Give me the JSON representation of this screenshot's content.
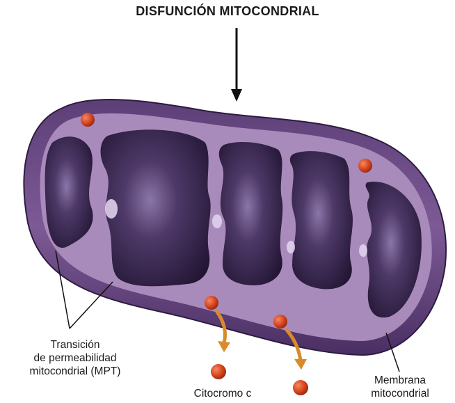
{
  "title": "DISFUNCIÓN MITOCONDRIAL",
  "labels": {
    "mpt_line1": "Transición",
    "mpt_line2": "de permeabilidad",
    "mpt_line3": "mitocondrial (MPT)",
    "cytochrome": "Citocromo c",
    "membrane_line1": "Membrana",
    "membrane_line2": "mitocondrial"
  },
  "colors": {
    "outer_membrane": "#7d5a96",
    "intermembrane": "#a98bbb",
    "matrix_dark": "#2a1a3e",
    "cytochrome_ball": "#d9431c",
    "arrow_release": "#d98a2a"
  }
}
